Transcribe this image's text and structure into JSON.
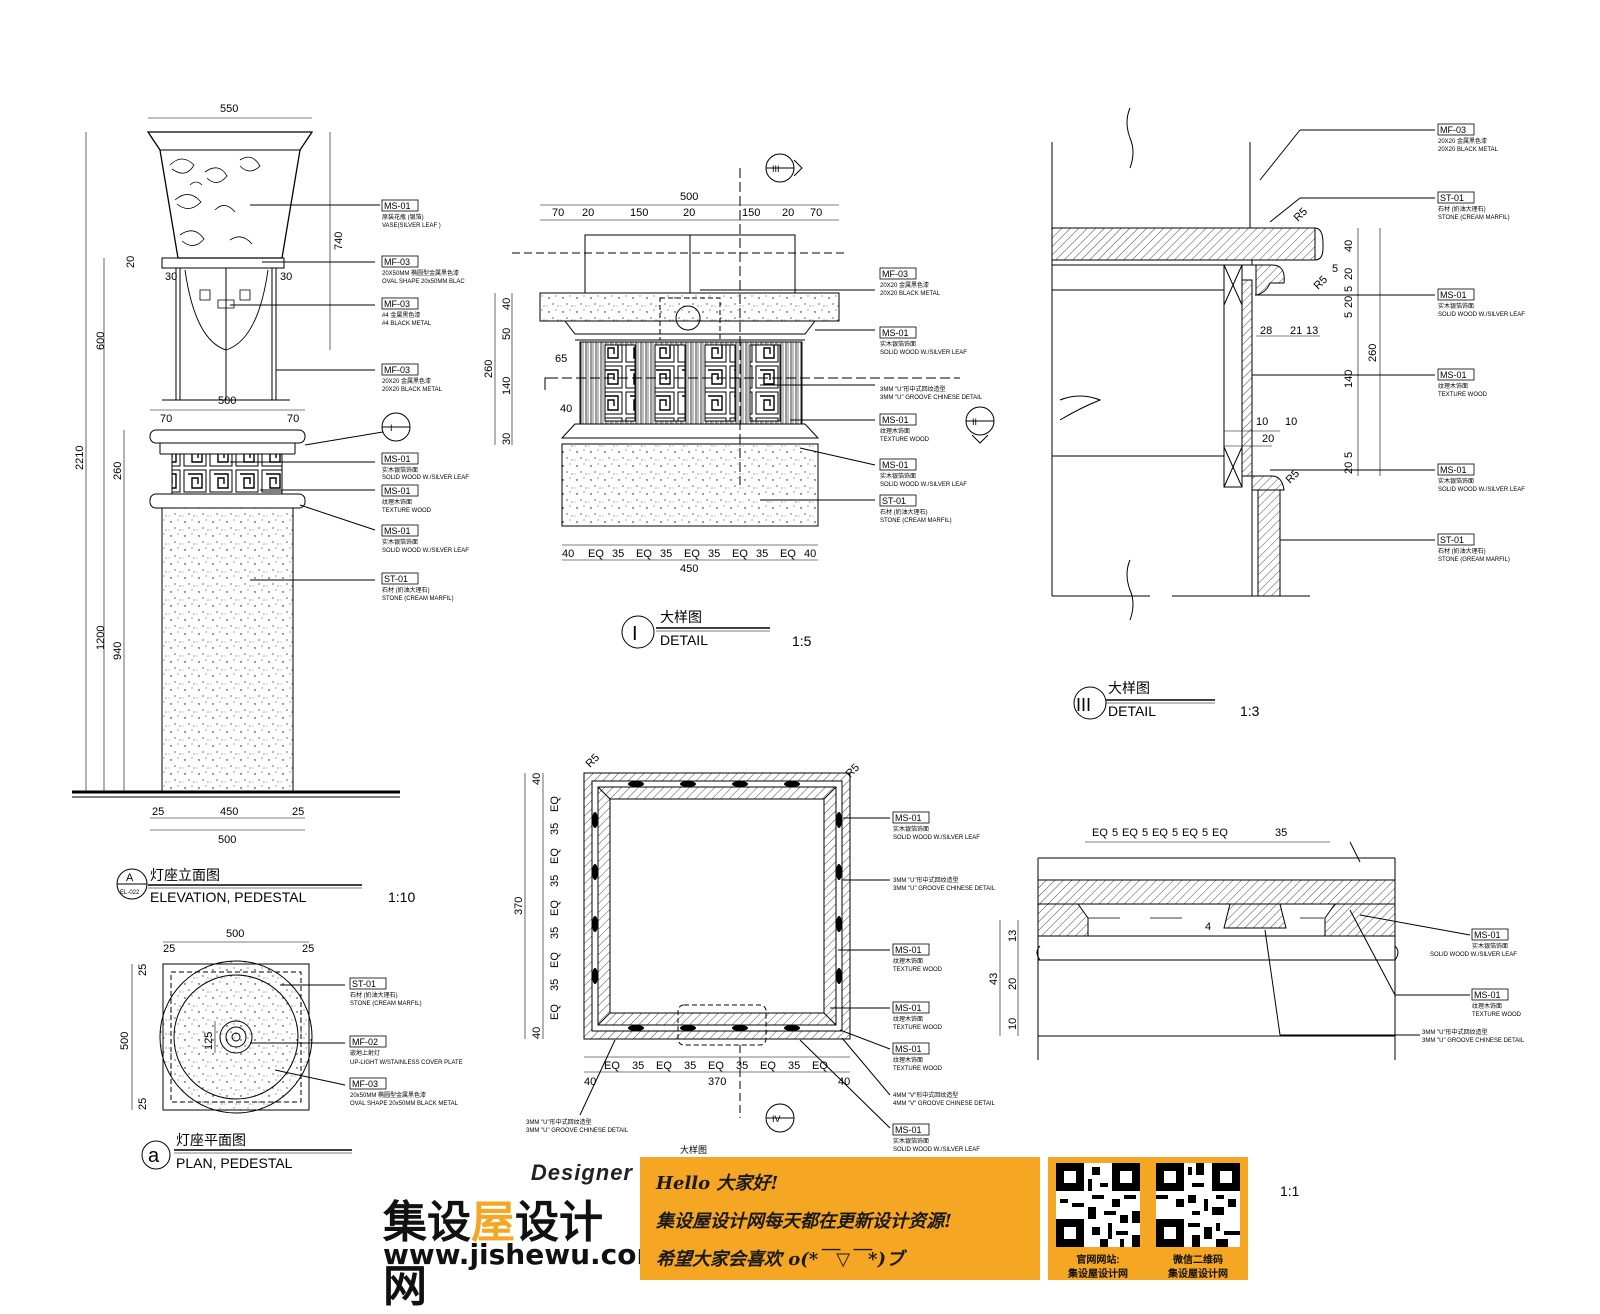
{
  "elevation": {
    "dims": {
      "top": "550",
      "w500": "500",
      "d70a": "70",
      "d70b": "70",
      "h2210": "2210",
      "h740": "740",
      "h600": "600",
      "h260": "260",
      "h1200": "1200",
      "h940": "940",
      "h20": "20",
      "h30a": "30",
      "h30b": "30",
      "b25a": "25",
      "b450": "450",
      "b25b": "25",
      "b500": "500"
    },
    "tags": [
      {
        "code": "MS-01",
        "cn": "原装花瓶 (银箔)",
        "en": "VASE(SILVER LEAF )"
      },
      {
        "code": "MF-03",
        "cn": "20X50MM 椭圆型金属黑色漆",
        "en": "OVAL SHAPE 20x50MM BLAC"
      },
      {
        "code": "MF-03",
        "cn": "#4 金属黑色漆",
        "en": "#4 BLACK METAL"
      },
      {
        "code": "MF-03",
        "cn": "20X20 金属黑色漆",
        "en": "20X20 BLACK METAL"
      },
      {
        "code": "MS-01",
        "cn": "实木银箔饰面",
        "en": "SOLID WOOD W./SILVER LEAF"
      },
      {
        "code": "MS-01",
        "cn": "纹理木饰面",
        "en": "TEXTURE WOOD"
      },
      {
        "code": "MS-01",
        "cn": "实木银箔饰面",
        "en": "SOLID WOOD W./SILVER LEAF"
      },
      {
        "code": "ST-01",
        "cn": "石材 (奶油大理石)",
        "en": "STONE (CREAM MARFIL)"
      }
    ],
    "callout": "I",
    "title": {
      "letter": "A",
      "ref": "EL-022",
      "cn": "灯座立面图",
      "en": "ELEVATION, PEDESTAL",
      "scale": "1:10"
    }
  },
  "plan": {
    "dims": {
      "w500": "500",
      "a25": "25",
      "b25": "25",
      "h500": "500",
      "r25a": "25",
      "r25b": "25",
      "d125": "125"
    },
    "tags": [
      {
        "code": "ST-01",
        "cn": "石材 (奶油大理石)",
        "en": "STONE (CREAM MARFIL)"
      },
      {
        "code": "MF-02",
        "cn": "嵌地上射灯",
        "en": "UP-LIGHT W/STAINLESS COVER PLATE"
      },
      {
        "code": "MF-03",
        "cn": "20x50MM 椭圆型金属黑色漆",
        "en": "OVAL SHAPE 20x50MM BLACK METAL"
      }
    ],
    "title": {
      "letter": "a",
      "cn": "灯座平面图",
      "en": "PLAN, PEDESTAL"
    }
  },
  "detail1": {
    "dims": {
      "top500": "500",
      "s70a": "70",
      "s20a": "20",
      "s150a": "150",
      "s20b": "20",
      "s150b": "150",
      "s20c": "20",
      "s70b": "70",
      "v40": "40",
      "v50": "50",
      "v260": "260",
      "v140": "140",
      "v30": "30",
      "v65": "65",
      "v40b": "40",
      "bottom": [
        "40",
        "EQ",
        "35",
        "EQ",
        "35",
        "EQ",
        "35",
        "EQ",
        "35",
        "EQ",
        "40"
      ],
      "b450": "450"
    },
    "tags": [
      {
        "code": "MF-03",
        "cn": "20X20 金属黑色漆",
        "en": "20X20 BLACK METAL"
      },
      {
        "code": "MS-01",
        "cn": "实木银箔饰面",
        "en": "SOLID WOOD W./SILVER LEAF"
      },
      {
        "code": "",
        "cn": "3MM \"U\"形中式回纹造型",
        "en": "3MM \"U\" GROOVE CHINESE DETAIL"
      },
      {
        "code": "MS-01",
        "cn": "纹理木饰面",
        "en": "TEXTURE WOOD"
      },
      {
        "code": "MS-01",
        "cn": "实木银箔饰面",
        "en": "SOLID WOOD W./SILVER LEAF"
      },
      {
        "code": "ST-01",
        "cn": "石材 (奶油大理石)",
        "en": "STONE (CREAM MARFIL)"
      }
    ],
    "callout2": "II",
    "callout3": "III",
    "title": {
      "num": "I",
      "cn": "大样图",
      "en": "DETAIL",
      "scale": "1:5"
    }
  },
  "detail3": {
    "dims": {
      "r5a": "R5",
      "r5b": "R5",
      "r5c": "R5",
      "v40": "40",
      "v20a": "20",
      "v5a": "5",
      "v20b": "20",
      "v5b": "5",
      "v260": "260",
      "v140": "140",
      "v5c": "5",
      "v20c": "20",
      "h28": "28",
      "h21": "21",
      "h13": "13",
      "h10a": "10",
      "h10b": "10",
      "h20": "20",
      "d5": "5"
    },
    "tags": [
      {
        "code": "MF-03",
        "cn": "20X20 金属黑色漆",
        "en": "20X20 BLACK METAL"
      },
      {
        "code": "ST-01",
        "cn": "石材 (奶油大理石)",
        "en": "STONE (CREAM MARFIL)"
      },
      {
        "code": "MS-01",
        "cn": "实木银箔饰面",
        "en": "SOLID WOOD W./SILVER LEAF"
      },
      {
        "code": "MS-01",
        "cn": "纹理木饰面",
        "en": "TEXTURE WOOD"
      },
      {
        "code": "MS-01",
        "cn": "实木银箔饰面",
        "en": "SOLID WOOD W./SILVER LEAF"
      },
      {
        "code": "ST-01",
        "cn": "石材 (奶油大理石)",
        "en": "STONE (GREAM MARFIL)"
      }
    ],
    "title": {
      "num": "III",
      "cn": "大样图",
      "en": "DETAIL",
      "scale": "1:3"
    }
  },
  "section2": {
    "dims": {
      "r5a": "R5",
      "r5b": "R5",
      "v40a": "40",
      "v370": "370",
      "v40b": "40",
      "col": [
        "EQ",
        "35",
        "EQ",
        "35",
        "EQ",
        "35",
        "EQ",
        "35",
        "EQ"
      ],
      "bottom": [
        "EQ",
        "35",
        "EQ",
        "35",
        "EQ",
        "35",
        "EQ",
        "35",
        "EQ"
      ],
      "b40a": "40",
      "b370": "370",
      "b40b": "40"
    },
    "tags": [
      {
        "code": "MS-01",
        "cn": "实木银箔饰面",
        "en": "SOLID WOOD W./SILVER LEAF"
      },
      {
        "code": "",
        "cn": "3MM \"U\"形中式回纹造型",
        "en": "3MM \"U\" GROOVE CHINESE DETAIL"
      },
      {
        "code": "MS-01",
        "cn": "纹理木饰面",
        "en": "TEXTURE WOOD"
      },
      {
        "code": "MS-01",
        "cn": "纹理木饰面",
        "en": "TEXTURE WOOD"
      },
      {
        "code": "MS-01",
        "cn": "纹理木饰面",
        "en": "TEXTURE WOOD"
      },
      {
        "code": "",
        "cn": "4MM \"V\"形中式回纹造型",
        "en": "4MM \"V\" GROOVE CHINESE DETAIL"
      },
      {
        "code": "MS-01",
        "cn": "实木银箔饰面",
        "en": "SOLID WOOD W./SILVER LEAF"
      }
    ],
    "leftnote": {
      "cn": "3MM \"U\"形中式回纹造型",
      "en": "3MM \"U\" GROOVE CHINESE DETAIL"
    },
    "callout": "IV",
    "title": {
      "cn": "大样图"
    }
  },
  "detail4": {
    "dims": {
      "top": [
        "EQ",
        "5",
        "EQ",
        "5",
        "EQ",
        "5",
        "EQ",
        "5",
        "EQ"
      ],
      "t35": "35",
      "v13": "13",
      "v43": "43",
      "v20": "20",
      "v10": "10",
      "d4": "4"
    },
    "tags": [
      {
        "code": "MS-01",
        "cn": "实木银箔饰面",
        "en": "SOLID WOOD W./SILVER LEAF"
      },
      {
        "code": "MS-01",
        "cn": "纹理木饰面",
        "en": "TEXTURE WOOD"
      },
      {
        "code": "",
        "cn": "3MM \"U\"形中式回纹造型",
        "en": "3MM \"U\" GROOVE CHINESE DETAIL"
      }
    ],
    "scale": "1:1"
  },
  "branding": {
    "logo_en": "Designer",
    "logo_cn_a": "集设",
    "logo_cn_b": "屋",
    "logo_cn_c": "设计网",
    "logo_url": "www.jishewu.com",
    "banner": [
      "Hello 大家好!",
      "集设屋设计网每天都在更新设计资源!",
      "希望大家会喜欢 o(*￣▽￣*)ブ"
    ],
    "qr1": {
      "cap1": "官网网站:",
      "cap2": "集设屋设计网"
    },
    "qr2": {
      "cap1": "微信二维码",
      "cap2": "集设屋设计网"
    },
    "accent": "#f5a623"
  }
}
